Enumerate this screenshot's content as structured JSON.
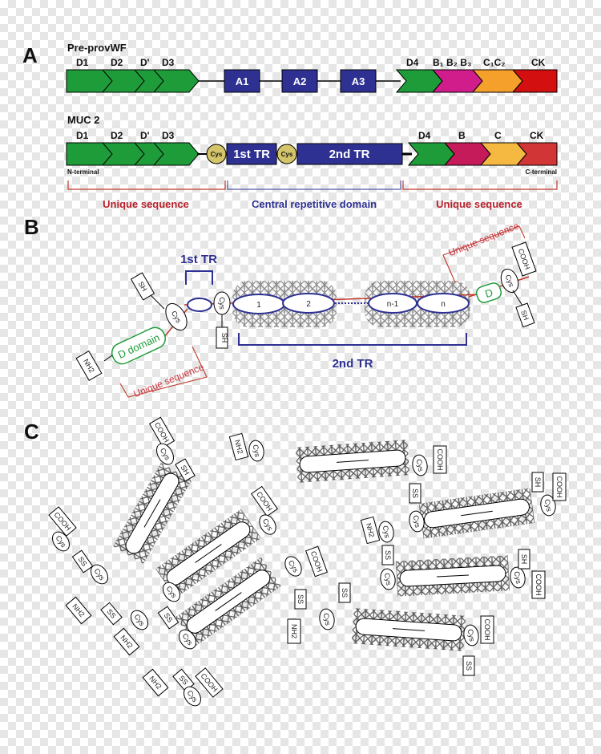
{
  "panels": {
    "a": "A",
    "b": "B",
    "c": "C"
  },
  "pre_provwf": {
    "title": "Pre-provWF",
    "labels": {
      "d1": "D1",
      "d2": "D2",
      "dprime": "D'",
      "d3": "D3",
      "d4": "D4",
      "b1b2b3": "B₁ B₂ B₃",
      "c1c2": "C₁C₂",
      "ck": "CK"
    },
    "a_domains": [
      "A1",
      "A2",
      "A3"
    ]
  },
  "muc2": {
    "title": "MUC 2",
    "labels": {
      "d1": "D1",
      "d2": "D2",
      "dprime": "D'",
      "d3": "D3",
      "d4": "D4",
      "b": "B",
      "c": "C",
      "ck": "CK"
    },
    "cys": "Cys",
    "tr1": "1st  TR",
    "tr2": "2nd  TR",
    "n_terminal": "N-terminal",
    "c_terminal": "C-terminal",
    "unique_left": "Unique sequence",
    "central": "Central repetitive domain",
    "unique_right": "Unique sequence"
  },
  "panel_b": {
    "tr1": "1st TR",
    "tr2": "2nd TR",
    "repeats": [
      "1",
      "2",
      "n-1",
      "n"
    ],
    "d_domain": "D domain",
    "d": "D",
    "cys": "Cys",
    "sh": "SH",
    "nh2": "NH2",
    "cooh": "COOH",
    "unique_left": "Unique sequence",
    "unique_right": "Unique sequence"
  },
  "panel_c": {
    "cys": "Cys",
    "ss": "SS",
    "sh": "SH",
    "nh2": "NH2",
    "cooh": "COOH"
  },
  "colors": {
    "green": "#1f9c3a",
    "navy": "#2e3192",
    "magenta": "#d11c8c",
    "orange": "#f5a02a",
    "red": "#d40f0f",
    "darkpink": "#c51b5a",
    "khaki": "#d4c56a",
    "brick": "#d23535"
  }
}
